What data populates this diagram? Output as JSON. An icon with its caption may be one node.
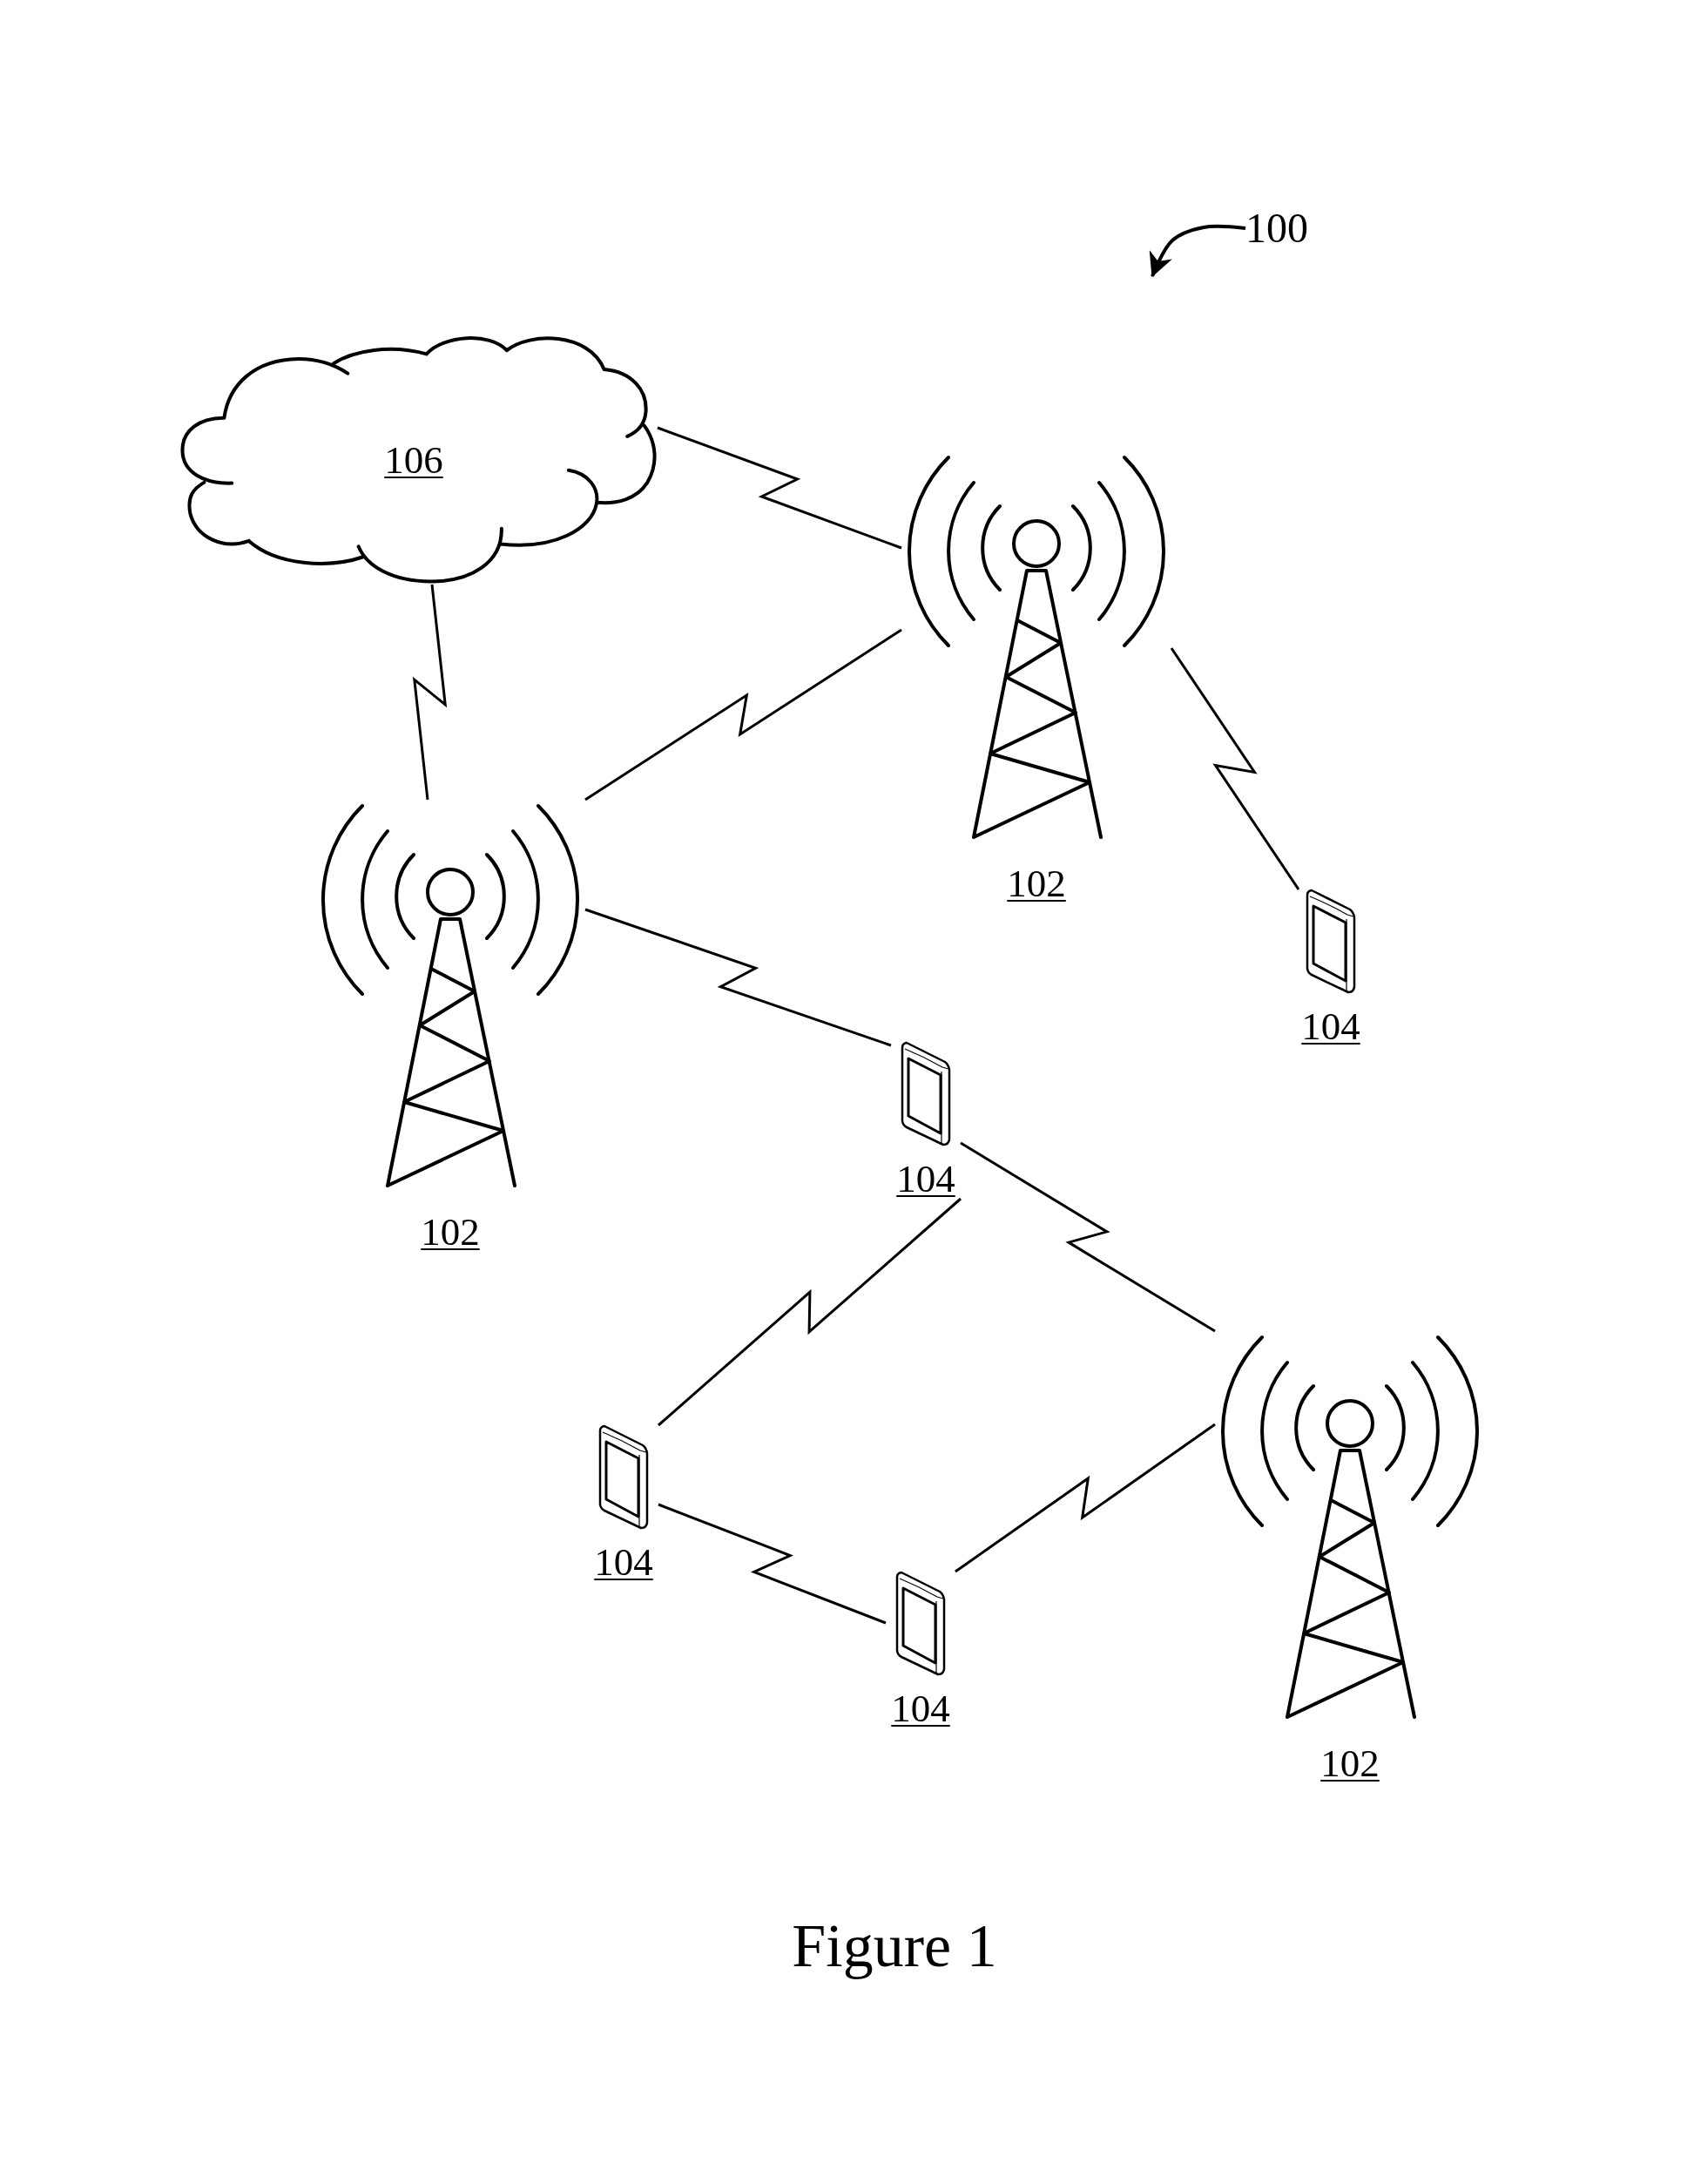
{
  "diagram": {
    "caption": "Figure 1",
    "nodes": [
      {
        "text": [
          "100"
        ]
      },
      {
        "text": [
          "106"
        ]
      },
      {
        "text": [
          "102"
        ]
      },
      {
        "text": [
          "102"
        ]
      },
      {
        "text": [
          "104"
        ]
      },
      {
        "text": [
          "104"
        ]
      },
      {
        "text": [
          "102"
        ]
      },
      {
        "text": [
          "104"
        ]
      },
      {
        "text": [
          "104"
        ]
      }
    ],
    "edges": [
      {
        "from": 0,
        "to": null,
        "arrow": "to"
      },
      {
        "from": 1,
        "to": 2,
        "arrow": "none"
      },
      {
        "from": 1,
        "to": 3,
        "arrow": "none"
      },
      {
        "from": 3,
        "to": 2,
        "arrow": "none"
      },
      {
        "from": 2,
        "to": 4,
        "arrow": "none"
      },
      {
        "from": 3,
        "to": 5,
        "arrow": "none"
      },
      {
        "from": 5,
        "to": 6,
        "arrow": "none"
      },
      {
        "from": 5,
        "to": 7,
        "arrow": "none"
      },
      {
        "from": 7,
        "to": 8,
        "arrow": "none"
      },
      {
        "from": 8,
        "to": 6,
        "arrow": "none"
      }
    ]
  }
}
